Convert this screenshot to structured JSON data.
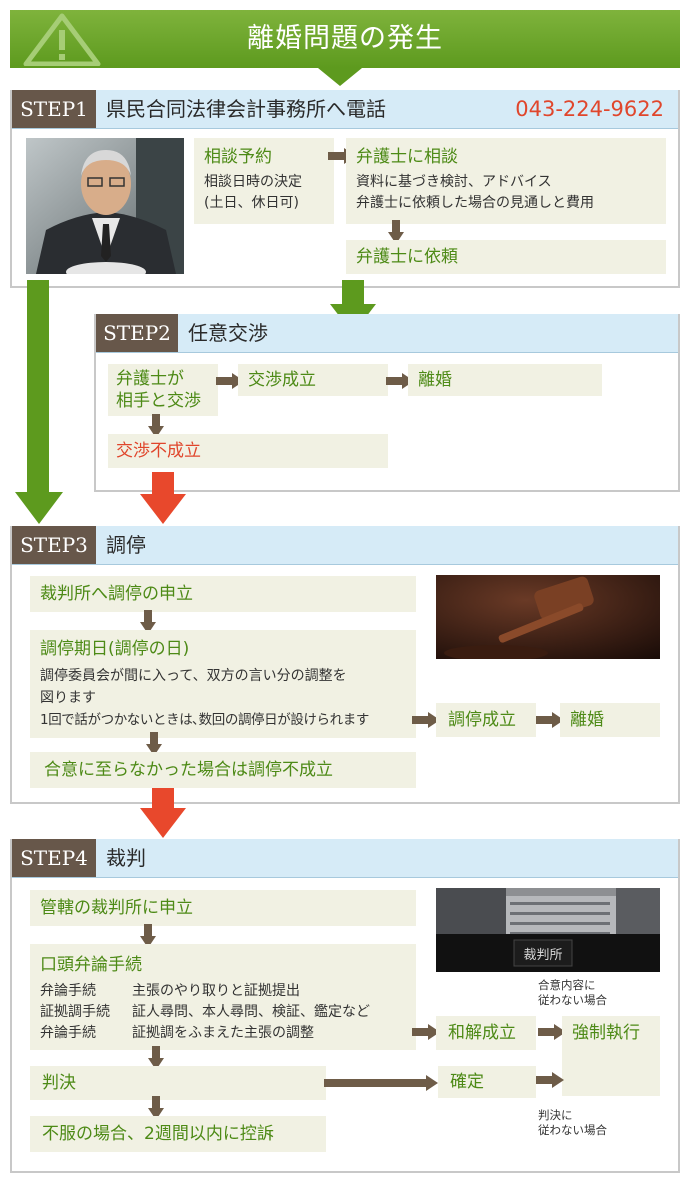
{
  "header": {
    "title": "離婚問題の発生"
  },
  "step1": {
    "label": "STEP1",
    "title": "県民合同法律会計事務所へ電話",
    "phone": "043-224-9622",
    "consult_booking": {
      "title": "相談予約",
      "lines": [
        "相談日時の決定",
        "(土日、休日可)"
      ]
    },
    "lawyer_consult": {
      "title": "弁護士に相談",
      "lines": [
        "資料に基づき検討、アドバイス",
        "弁護士に依頼した場合の見通しと費用"
      ]
    },
    "request": "弁護士に依頼"
  },
  "step2": {
    "label": "STEP2",
    "title": "任意交渉",
    "negotiate": [
      "弁護士が",
      "相手と交渉"
    ],
    "success": "交渉成立",
    "divorce": "離婚",
    "failure": "交渉不成立"
  },
  "step3": {
    "label": "STEP3",
    "title": "調停",
    "apply": "裁判所へ調停の申立",
    "date": {
      "title": "調停期日(調停の日)",
      "lines": [
        "調停委員会が間に入って、双方の言い分の調整を",
        "図ります",
        "1回で話がつかないときは､数回の調停日が設けられます"
      ]
    },
    "success": "調停成立",
    "divorce": "離婚",
    "failure": "合意に至らなかった場合は調停不成立"
  },
  "step4": {
    "label": "STEP4",
    "title": "裁判",
    "apply": "管轄の裁判所に申立",
    "oral": {
      "title": "口頭弁論手続",
      "rows": [
        [
          "弁論手続",
          "主張のやり取りと証拠提出"
        ],
        [
          "証拠調手続",
          "証人尋問、本人尋問、検証、鑑定など"
        ],
        [
          "弁論手続",
          "証拠調をふまえた主張の調整"
        ]
      ]
    },
    "settlement": "和解成立",
    "enforcement": "強制執行",
    "judgment": "判決",
    "final": "確定",
    "appeal": "不服の場合、2週間以内に控訴",
    "note_settlement": [
      "合意内容に",
      "従わない場合"
    ],
    "note_judgment": [
      "判決に",
      "従わない場合"
    ],
    "court_sign": "裁判所"
  },
  "colors": {
    "green": "#4d8a16",
    "red": "#e0462c",
    "brown": "#6e5c48",
    "step_bg": "#67574a",
    "head_bg": "#d6ebf7",
    "box_bg": "#f1f1e3"
  }
}
